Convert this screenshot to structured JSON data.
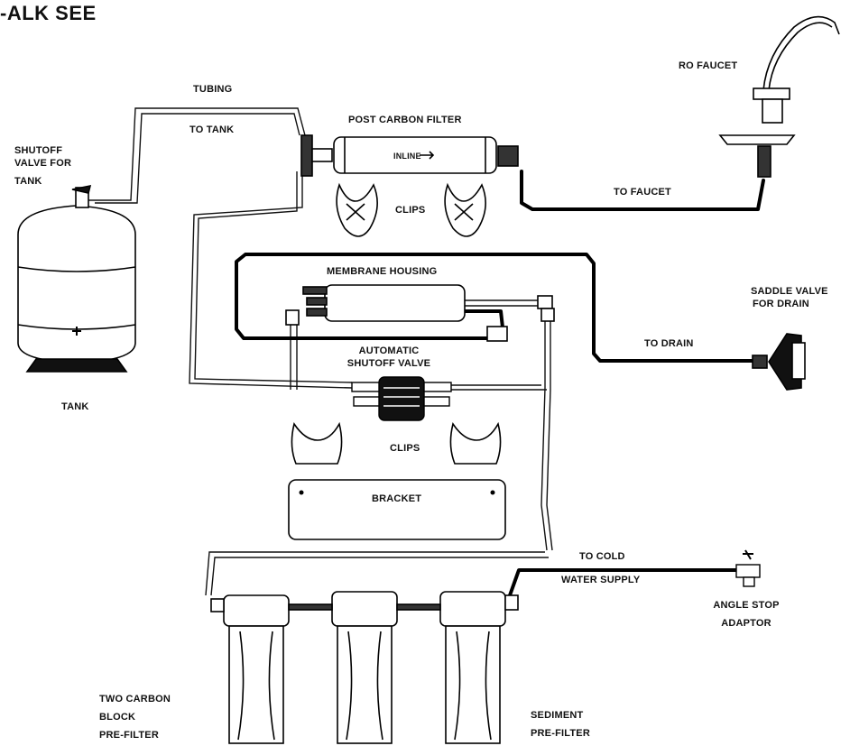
{
  "title": "-ALK SEE",
  "labels": {
    "tubing": "TUBING",
    "to_tank": "TO TANK",
    "post_carbon_filter": "POST CARBON FILTER",
    "inline_text": "INLINE",
    "shutoff_valve_line1": "SHUTOFF",
    "shutoff_valve_line2": "VALVE FOR",
    "shutoff_valve_line3": "TANK",
    "clips_top": "CLIPS",
    "faucet": "RO FAUCET",
    "to_faucet": "TO FAUCET",
    "membrane_housing": "MEMBRANE HOUSING",
    "saddle_valve_line1": "SADDLE VALVE",
    "saddle_valve_line2": "FOR DRAIN",
    "to_drain": "TO DRAIN",
    "auto_shutoff_line1": "AUTOMATIC",
    "auto_shutoff_line2": "SHUTOFF VALVE",
    "tank": "TANK",
    "clips_middle": "CLIPS",
    "bracket": "BRACKET",
    "to_cold_line1": "TO COLD",
    "to_cold_line2": "WATER SUPPLY",
    "angle_stop_line1": "ANGLE STOP",
    "angle_stop_line2": "ADAPTOR",
    "two_carbon_line1": "TWO CARBON",
    "two_carbon_line2": "BLOCK",
    "two_carbon_line3": "PRE-FILTER",
    "sediment_line1": "SEDIMENT",
    "sediment_line2": "PRE-FILTER"
  }
}
